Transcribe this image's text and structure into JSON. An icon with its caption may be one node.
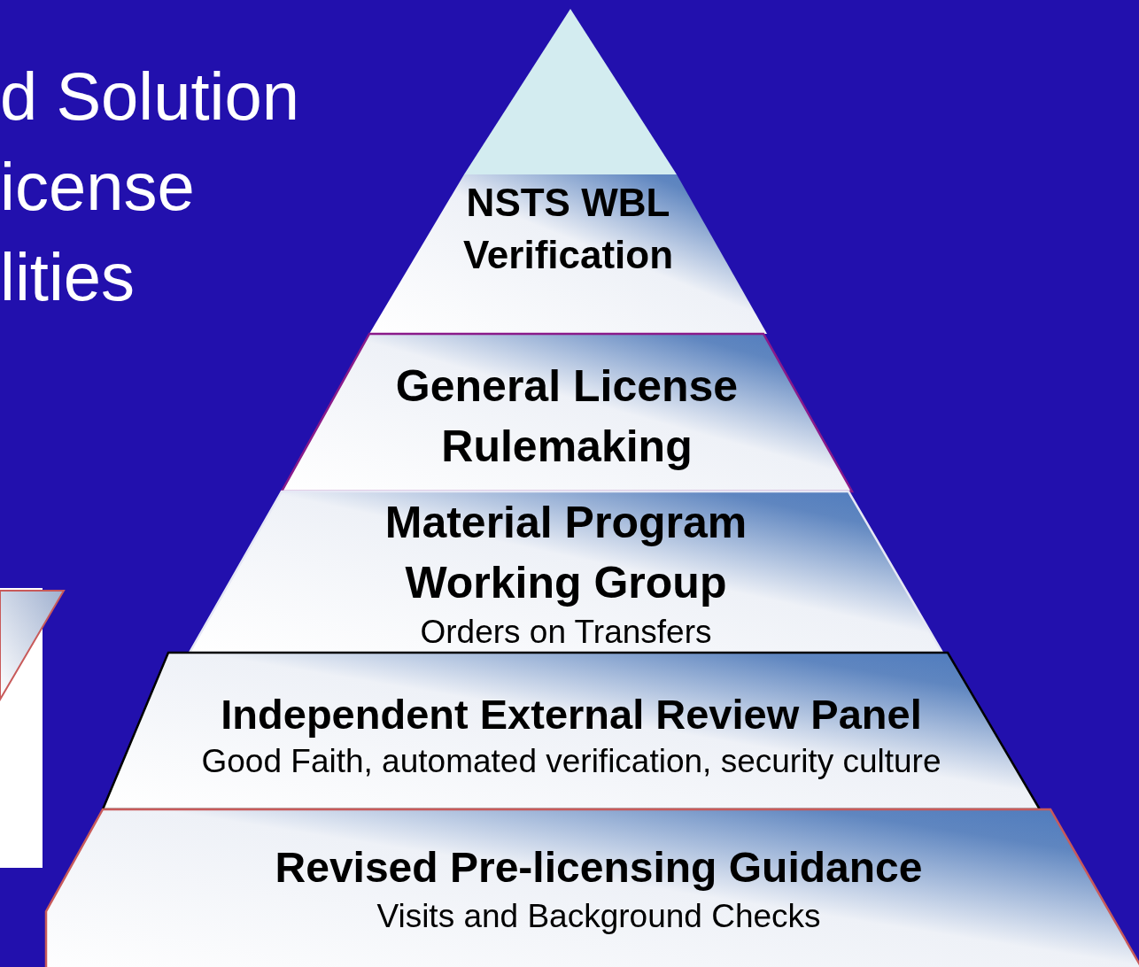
{
  "diagram": {
    "title": "d Solution icense lities",
    "nodes": [
      {
        "text": [],
        "shape": "triangle"
      },
      {
        "text": [
          "NSTS WBL Verification"
        ]
      },
      {
        "text": [
          "General License Rulemaking"
        ]
      },
      {
        "text": [
          "Material Program Working Group",
          "Orders on Transfers"
        ]
      },
      {
        "text": [
          "Independent External Review Panel",
          "Good Faith, automated verification, security culture"
        ]
      },
      {
        "text": [
          "Revised Pre-licensing Guidance",
          "Visits and Background Checks"
        ]
      }
    ]
  }
}
